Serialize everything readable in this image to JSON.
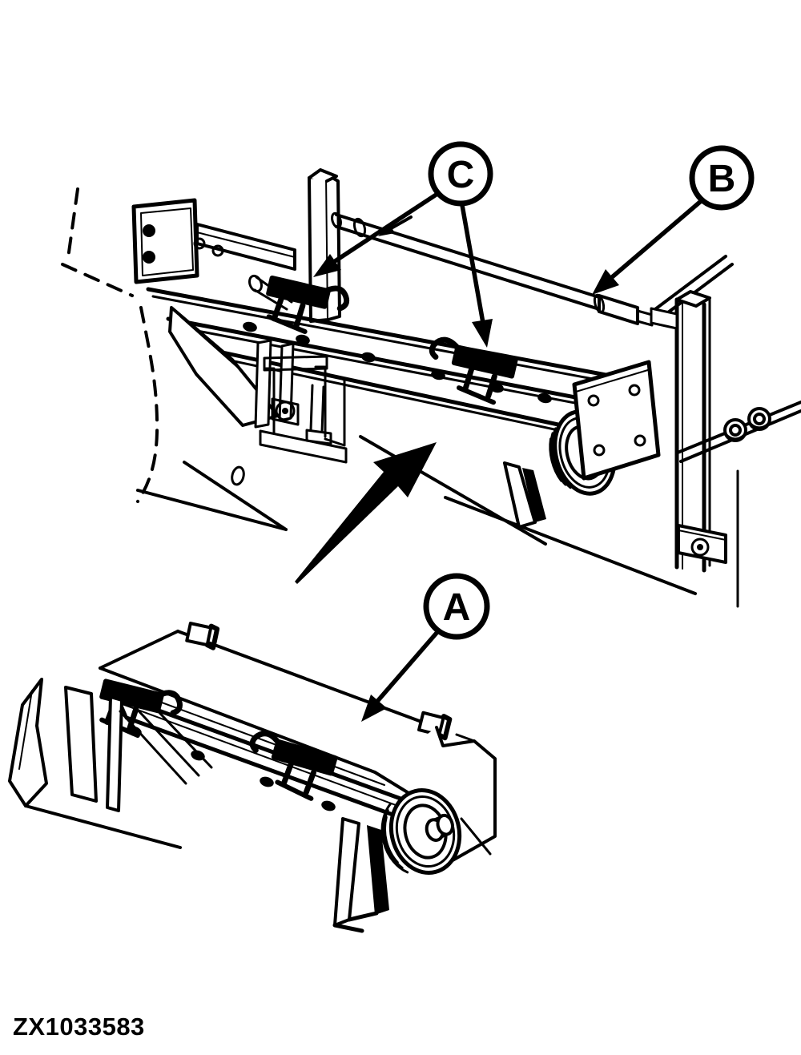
{
  "diagram": {
    "part_code": "ZX1033583",
    "callouts": [
      {
        "label": "A"
      },
      {
        "label": "B"
      },
      {
        "label": "C"
      }
    ],
    "colors": {
      "ink": "#000000",
      "paper": "#ffffff"
    }
  }
}
